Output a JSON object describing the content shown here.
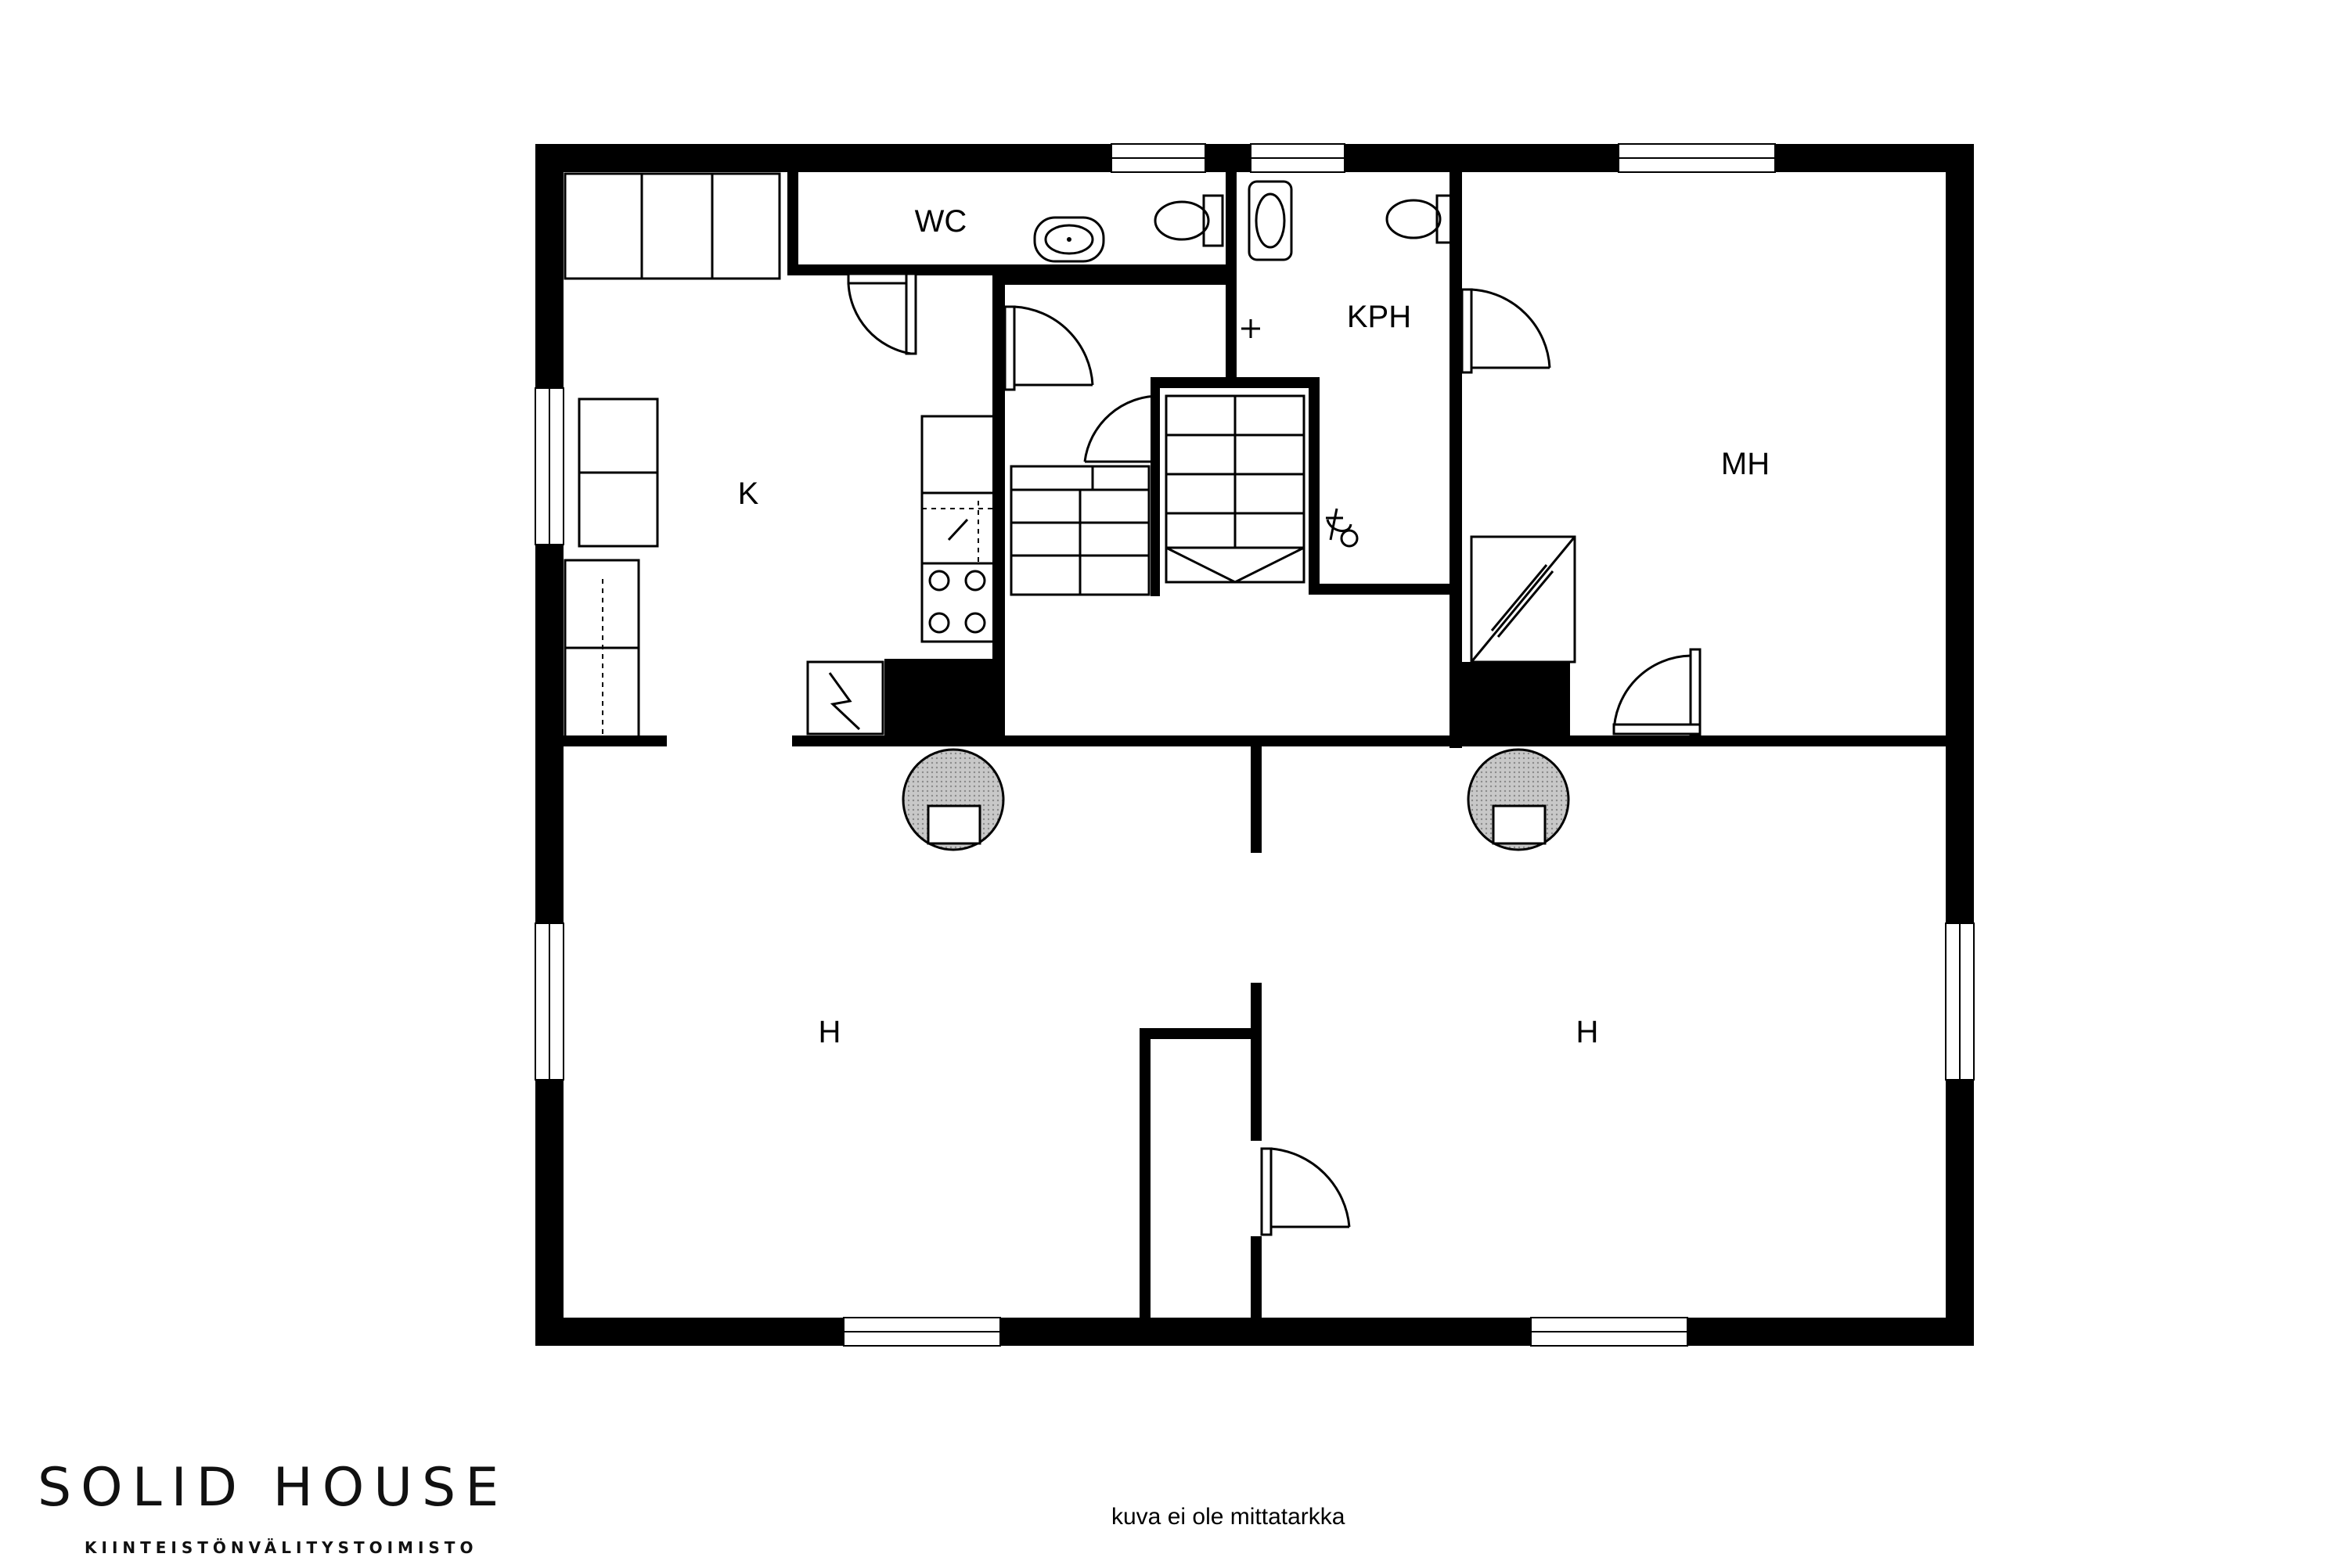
{
  "rooms": {
    "wc": "WC",
    "kph": "KPH",
    "k": "K",
    "mh": "MH",
    "h_left": "H",
    "h_right": "H"
  },
  "brand": {
    "name": "SOLID HOUSE",
    "tagline": "KIINTEISTÖNVÄLITYSTOIMISTO"
  },
  "disclaimer": "kuva ei ole mittatarkka",
  "colors": {
    "ink": "#000000",
    "paper": "#ffffff",
    "stove_hatch": "#b0b0b0"
  }
}
